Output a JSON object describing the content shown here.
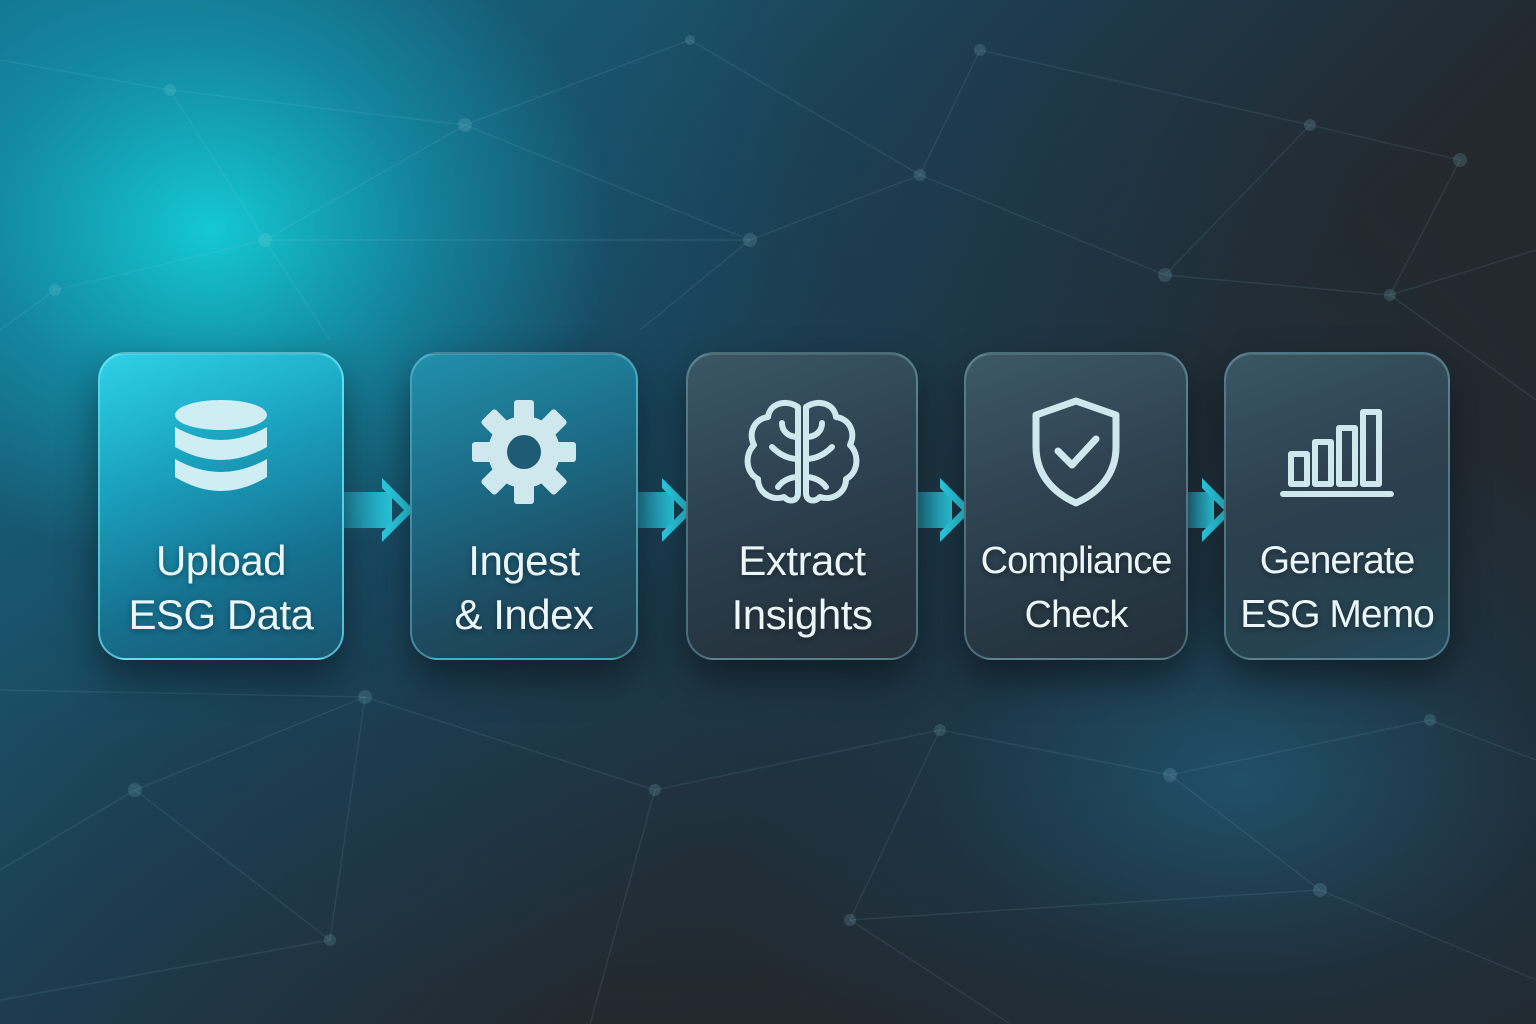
{
  "colors": {
    "accent": "#23c4dc",
    "icon": "#cfe8ee",
    "label": "#eaf6f8",
    "background_dark": "#23282d"
  },
  "steps": [
    {
      "icon": "database-icon",
      "label_line1": "Upload",
      "label_line2": "ESG Data"
    },
    {
      "icon": "gear-icon",
      "label_line1": "Ingest",
      "label_line2": "& Index"
    },
    {
      "icon": "brain-icon",
      "label_line1": "Extract",
      "label_line2": "Insights"
    },
    {
      "icon": "shield-check-icon",
      "label_line1": "Compliance",
      "label_line2": "Check"
    },
    {
      "icon": "bar-chart-icon",
      "label_line1": "Generate",
      "label_line2": "ESG Memo"
    }
  ]
}
